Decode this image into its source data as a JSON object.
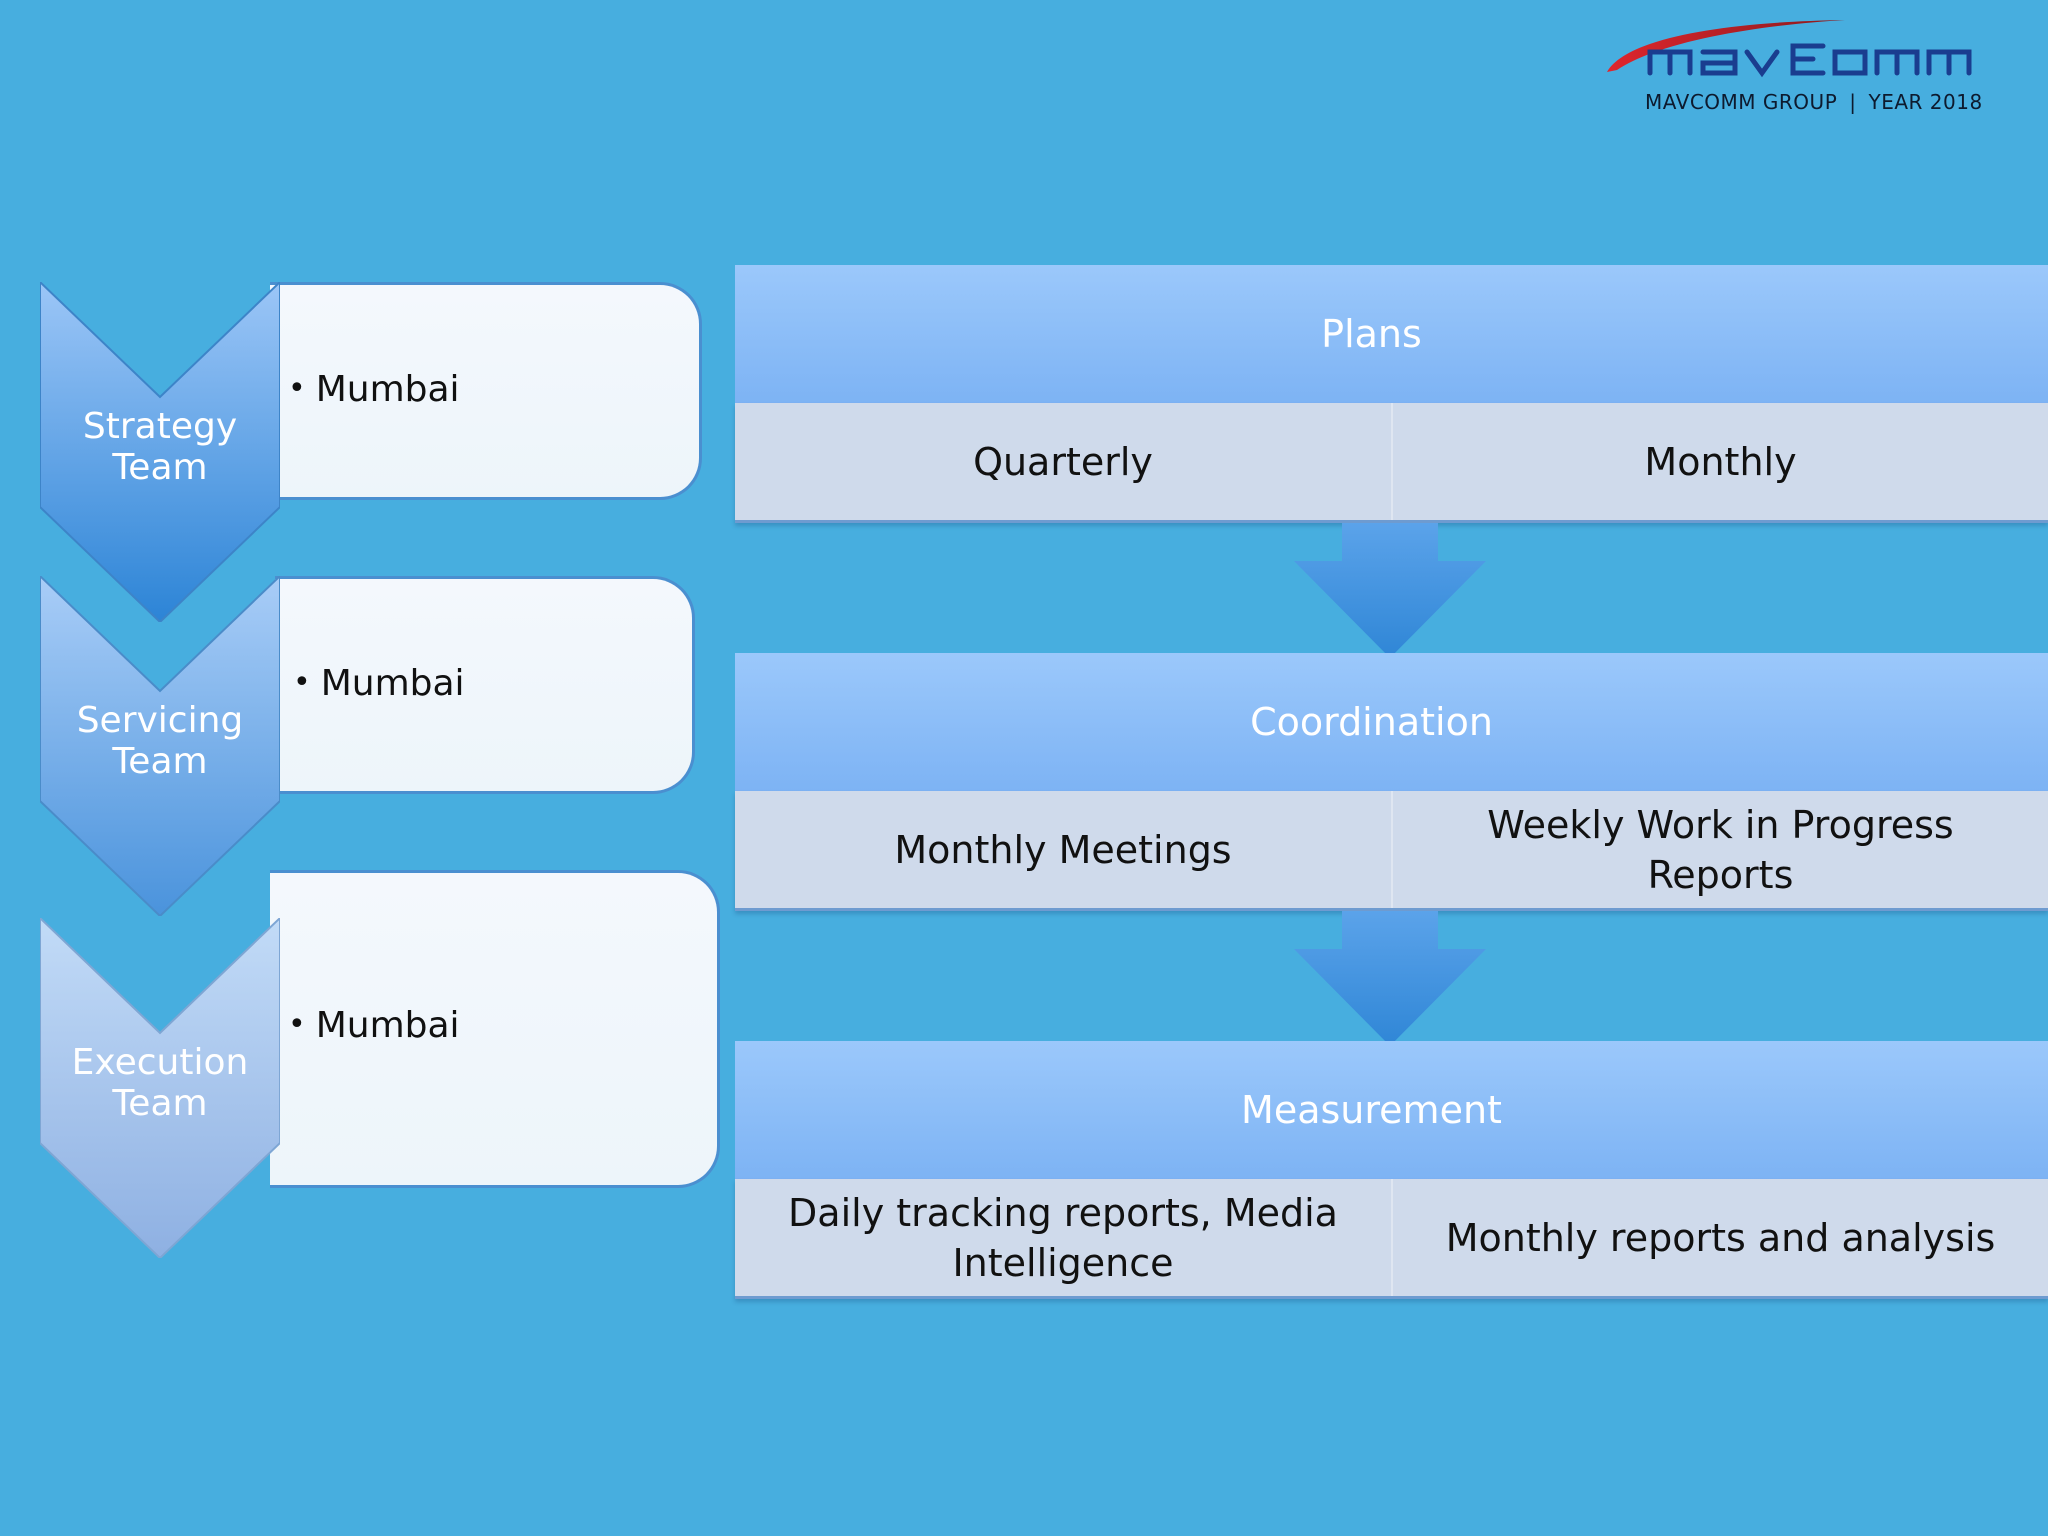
{
  "colors": {
    "background": "#47aedf",
    "chevron_dark": "#2f86d6",
    "chevron_light": "#b5d3f5",
    "header_blue": "#8cbdf8",
    "body_grey": "#cfdaeb",
    "logo_red": "#d1232a",
    "logo_navy": "#1a3d8f"
  },
  "logo": {
    "caption_group": "MAVCOMM GROUP",
    "caption_separator": "|",
    "caption_year": "YEAR 2018"
  },
  "teams": [
    {
      "label": "Strategy\nTeam",
      "items": [
        "Mumbai"
      ]
    },
    {
      "label": "Servicing\nTeam",
      "items": [
        "Mumbai"
      ]
    },
    {
      "label": "Execution\nTeam",
      "items": [
        "Mumbai"
      ]
    }
  ],
  "process": [
    {
      "title": "Plans",
      "left": "Quarterly",
      "right": "Monthly"
    },
    {
      "title": "Coordination",
      "left": "Monthly Meetings",
      "right": "Weekly Work in Progress\nReports"
    },
    {
      "title": "Measurement",
      "left": "Daily tracking reports, Media\nIntelligence",
      "right": "Monthly reports and analysis"
    }
  ],
  "icons": {
    "bullet": "•",
    "flow_arrow": "down-arrow-icon"
  }
}
